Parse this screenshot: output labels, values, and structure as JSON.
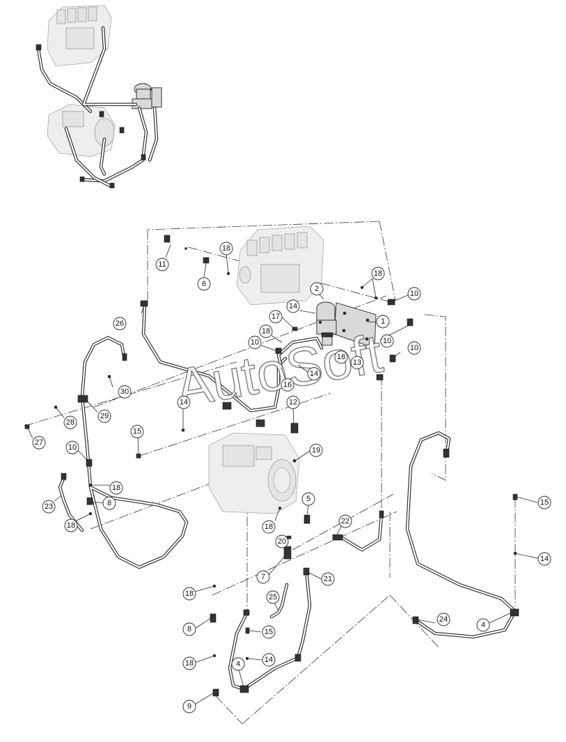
{
  "watermark": "AutoSoft",
  "callouts": [
    {
      "n": "1"
    },
    {
      "n": "2"
    },
    {
      "n": "4"
    },
    {
      "n": "4"
    },
    {
      "n": "5"
    },
    {
      "n": "6"
    },
    {
      "n": "7"
    },
    {
      "n": "8"
    },
    {
      "n": "8"
    },
    {
      "n": "9"
    },
    {
      "n": "10"
    },
    {
      "n": "10"
    },
    {
      "n": "10"
    },
    {
      "n": "10"
    },
    {
      "n": "10"
    },
    {
      "n": "11"
    },
    {
      "n": "12"
    },
    {
      "n": "13"
    },
    {
      "n": "14"
    },
    {
      "n": "14"
    },
    {
      "n": "14"
    },
    {
      "n": "14"
    },
    {
      "n": "14"
    },
    {
      "n": "15"
    },
    {
      "n": "15"
    },
    {
      "n": "15"
    },
    {
      "n": "16"
    },
    {
      "n": "17"
    },
    {
      "n": "18"
    },
    {
      "n": "18"
    },
    {
      "n": "18"
    },
    {
      "n": "18"
    },
    {
      "n": "18"
    },
    {
      "n": "18"
    },
    {
      "n": "18"
    },
    {
      "n": "18"
    },
    {
      "n": "18"
    },
    {
      "n": "19"
    },
    {
      "n": "20"
    },
    {
      "n": "21"
    },
    {
      "n": "22"
    },
    {
      "n": "23"
    },
    {
      "n": "24"
    },
    {
      "n": "25"
    },
    {
      "n": "26"
    },
    {
      "n": "27"
    },
    {
      "n": "28"
    },
    {
      "n": "29"
    },
    {
      "n": "30"
    }
  ]
}
